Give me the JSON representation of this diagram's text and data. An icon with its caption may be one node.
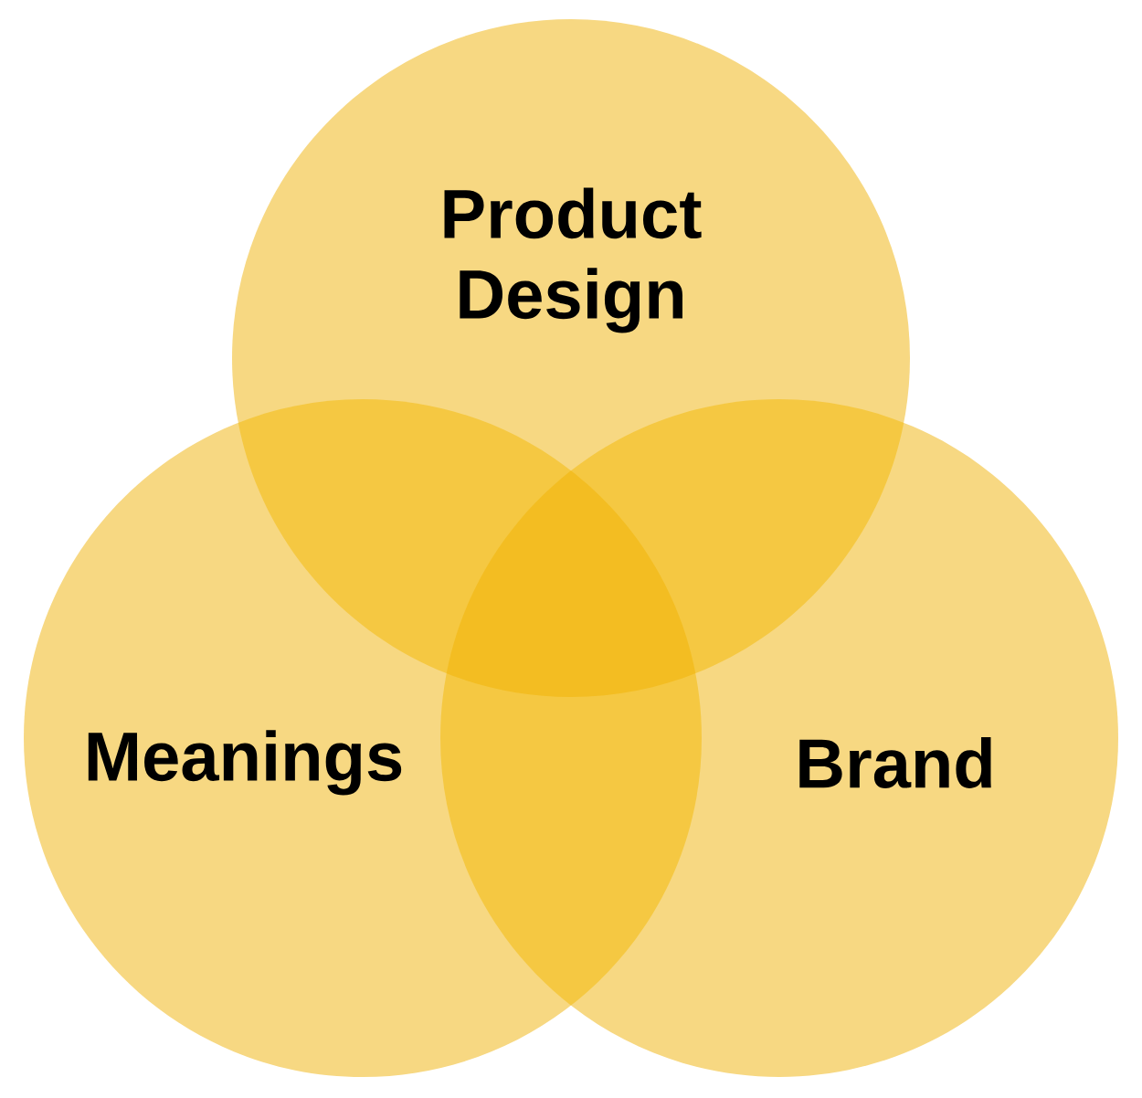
{
  "diagram": {
    "nodes": [
      {
        "text": [
          "Product Design"
        ]
      },
      {
        "text": [
          "Meanings"
        ]
      },
      {
        "text": [
          "Brand"
        ]
      }
    ]
  }
}
